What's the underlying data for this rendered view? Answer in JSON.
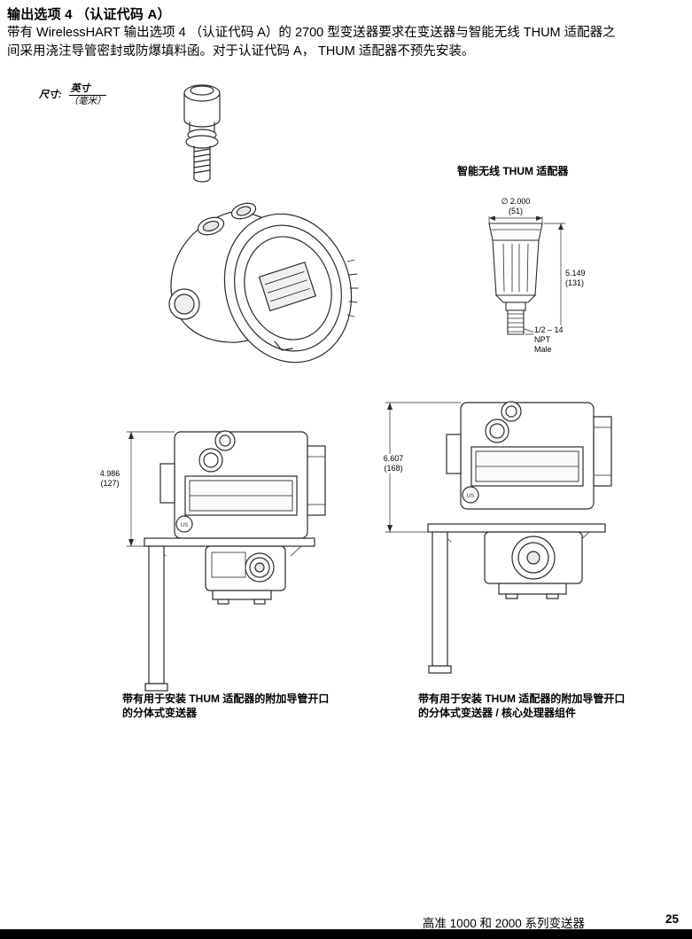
{
  "doc": {
    "title": "输出选项 4 （认证代码 A）",
    "paragraph_line1": "带有 WirelessHART 输出选项 4 （认证代码 A）的 2700 型变送器要求在变送器与智能无线 THUM 适配器之",
    "paragraph_line2": "间采用浇注导管密封或防爆填料函。对于认证代码 A， THUM 适配器不预先安装。",
    "dims_note": {
      "label": "尺寸:",
      "inch": "英寸",
      "mm": "（毫米）"
    }
  },
  "figures": {
    "thum_adapter": {
      "label": "智能无线 THUM 适配器",
      "diameter": "∅ 2.000",
      "diameter_mm": "(51)",
      "height": "5.149",
      "height_mm": "(131)",
      "thread_line1": "1/2 – 14",
      "thread_line2": "NPT",
      "thread_line3": "Male"
    },
    "left_view": {
      "height": "4.986",
      "height_mm": "(127)",
      "caption_line1": "带有用于安装 THUM 适配器的附加导管开口",
      "caption_line2": "的分体式变送器"
    },
    "right_view": {
      "height": "6.607",
      "height_mm": "(168)",
      "caption_line1": "带有用于安装 THUM 适配器的附加导管开口",
      "caption_line2": "的分体式变送器 / 核心处理器组件"
    },
    "us_mark": "US"
  },
  "footer": {
    "product": "高准 1000 和 2000 系列变送器",
    "page_number": "25"
  }
}
